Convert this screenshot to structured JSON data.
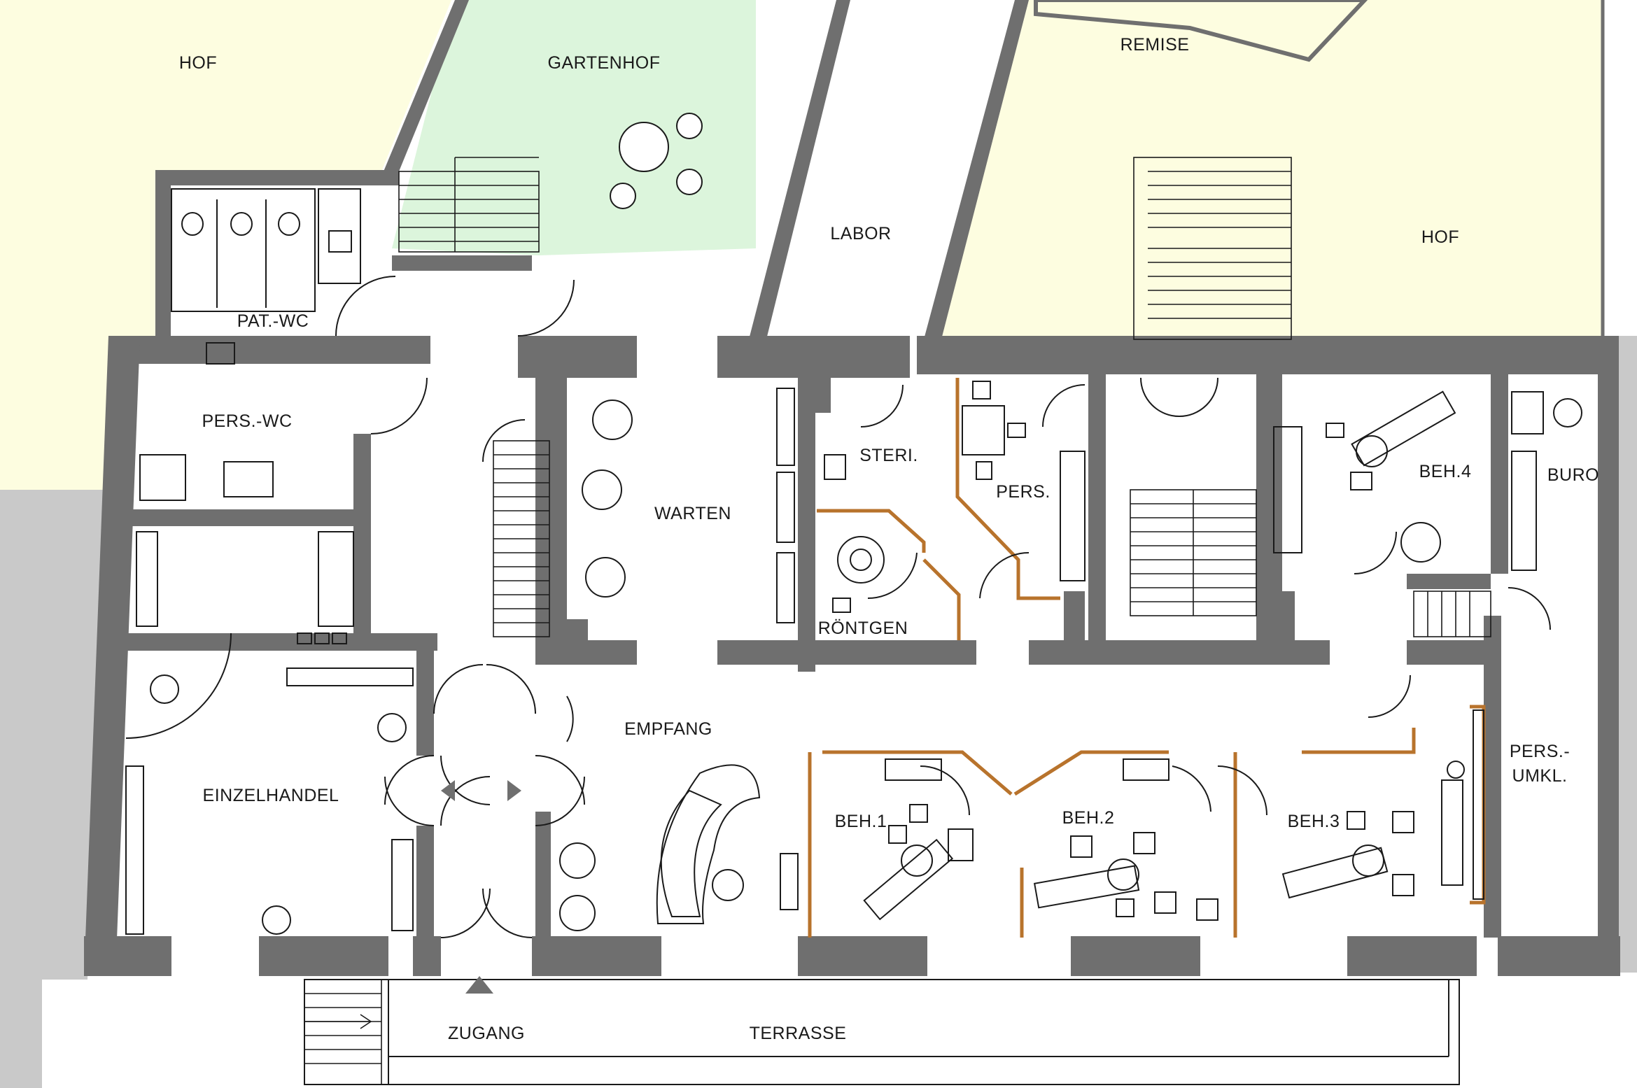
{
  "colors": {
    "courtyard": "#fdfde0",
    "garden": "#dcf5dc",
    "wall": "#6f6f6f",
    "neighbor": "#c9c9c9",
    "partition": "#b8732c"
  },
  "rooms": {
    "hof_left": "HOF",
    "gartenhof": "GARTENHOF",
    "remise": "REMISE",
    "labor": "LABOR",
    "hof_right": "HOF",
    "pat_wc": "PAT.-WC",
    "pers_wc": "PERS.-WC",
    "warten": "WARTEN",
    "steri": "STERI.",
    "pers": "PERS.",
    "beh4": "BEH.4",
    "buro": "BURO",
    "rontgen": "RÖNTGEN",
    "empfang": "EMPFANG",
    "einzelhandel": "EINZELHANDEL",
    "beh1": "BEH.1",
    "beh2": "BEH.2",
    "beh3": "BEH.3",
    "pers_umkl_1": "PERS.-",
    "pers_umkl_2": "UMKL.",
    "zugang": "ZUGANG",
    "terrasse": "TERRASSE"
  }
}
